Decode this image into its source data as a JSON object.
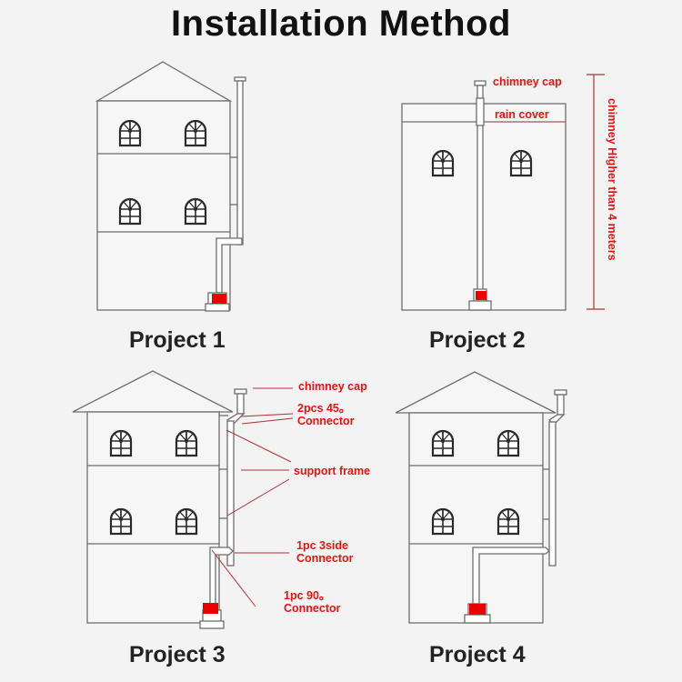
{
  "title": "Installation Method",
  "projects": [
    {
      "label": "Project 1"
    },
    {
      "label": "Project 2"
    },
    {
      "label": "Project 3"
    },
    {
      "label": "Project 4"
    }
  ],
  "annotations": {
    "p2_chimney_cap": "chimney cap",
    "p2_rain_cover": "rain cover",
    "p2_height_note": "chimney Higher than 4 meters",
    "p3_chimney_cap": "chimney cap",
    "p3_45_connector_line1": "2pcs 45。",
    "p3_45_connector_line2": "Connector",
    "p3_support_frame": "support frame",
    "p3_3side_line1": "1pc  3side",
    "p3_3side_line2": "Connector",
    "p3_90_line1": "1pc  90。",
    "p3_90_line2": "Connector"
  },
  "colors": {
    "background": "#f3f3f3",
    "outline": "#6e6e6e",
    "window": "#2a2a2a",
    "stove": "#ee0000",
    "annotation": "#f01010",
    "leader": "#b03030"
  }
}
